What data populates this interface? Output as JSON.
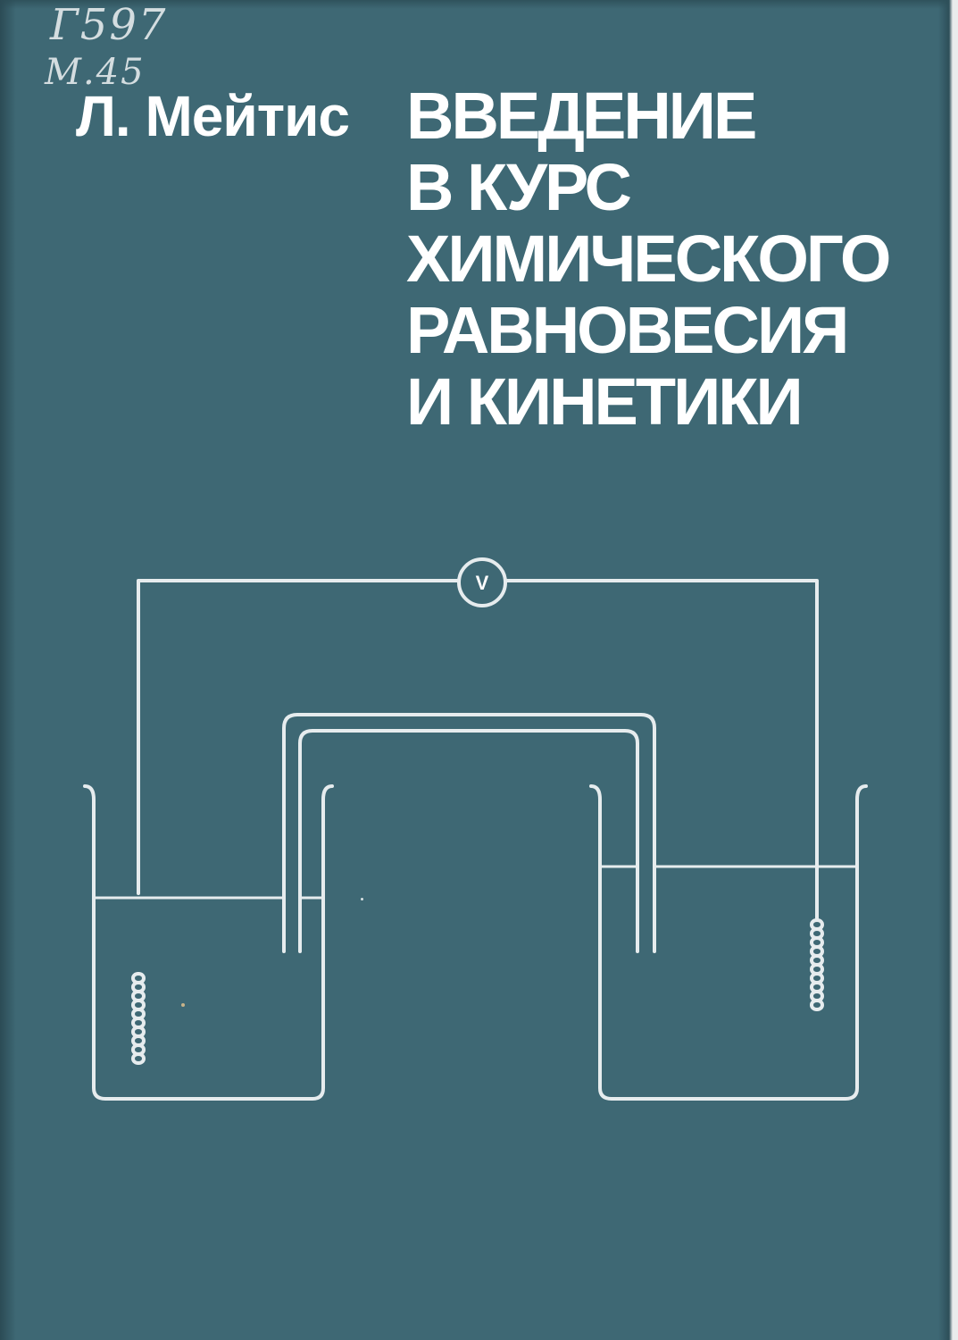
{
  "cover": {
    "background_color": "#3e6874",
    "line_color": "#e6ecee"
  },
  "handwritten_marks": {
    "line1": "Г597",
    "line2": "М.45"
  },
  "author": "Л. Мейтис",
  "title_lines": [
    "ВВЕДЕНИЕ",
    "В КУРС",
    "ХИМИЧЕСКОГО",
    "РАВНОВЕСИЯ",
    "И КИНЕТИКИ"
  ],
  "diagram": {
    "meter_label": "V"
  }
}
